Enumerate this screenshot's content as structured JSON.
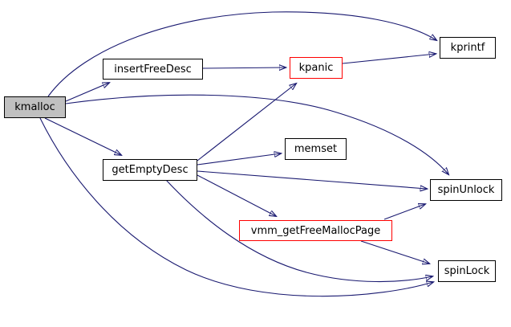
{
  "graph": {
    "type": "doxygen-call-graph",
    "root": "kmalloc",
    "colors": {
      "edge": "#191970",
      "background": "#ffffff",
      "node_fill": "#ffffff",
      "current_node_fill": "#c0c0c0",
      "node_border": "#000000",
      "truncated_node_border": "#ff0000",
      "text": "#000000"
    },
    "nodes": {
      "kmalloc": {
        "label": "kmalloc",
        "style": "current"
      },
      "insertFreeDesc": {
        "label": "insertFreeDesc",
        "style": "normal"
      },
      "kpanic": {
        "label": "kpanic",
        "style": "truncated"
      },
      "kprintf": {
        "label": "kprintf",
        "style": "normal"
      },
      "getEmptyDesc": {
        "label": "getEmptyDesc",
        "style": "normal"
      },
      "memset": {
        "label": "memset",
        "style": "normal"
      },
      "spinUnlock": {
        "label": "spinUnlock",
        "style": "normal"
      },
      "vmm_getFreeMallocPage": {
        "label": "vmm_getFreeMallocPage",
        "style": "truncated"
      },
      "spinLock": {
        "label": "spinLock",
        "style": "normal"
      }
    },
    "edges": [
      {
        "from": "kmalloc",
        "to": "kprintf"
      },
      {
        "from": "kmalloc",
        "to": "insertFreeDesc"
      },
      {
        "from": "kmalloc",
        "to": "getEmptyDesc"
      },
      {
        "from": "kmalloc",
        "to": "spinUnlock"
      },
      {
        "from": "kmalloc",
        "to": "spinLock"
      },
      {
        "from": "insertFreeDesc",
        "to": "kpanic"
      },
      {
        "from": "kpanic",
        "to": "kprintf"
      },
      {
        "from": "getEmptyDesc",
        "to": "kpanic"
      },
      {
        "from": "getEmptyDesc",
        "to": "memset"
      },
      {
        "from": "getEmptyDesc",
        "to": "spinUnlock"
      },
      {
        "from": "getEmptyDesc",
        "to": "vmm_getFreeMallocPage"
      },
      {
        "from": "getEmptyDesc",
        "to": "spinLock"
      },
      {
        "from": "vmm_getFreeMallocPage",
        "to": "spinUnlock"
      },
      {
        "from": "vmm_getFreeMallocPage",
        "to": "spinLock"
      }
    ]
  }
}
